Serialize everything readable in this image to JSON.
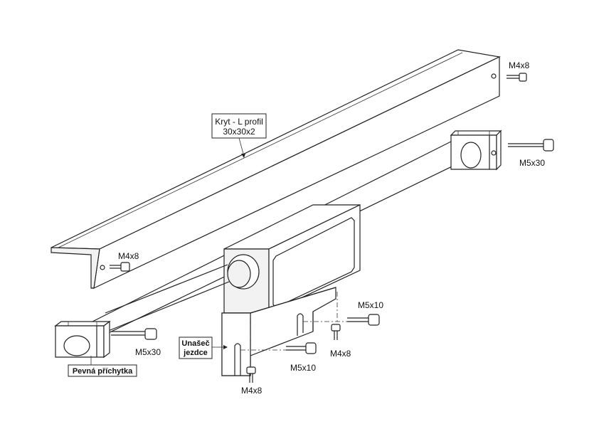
{
  "labels": {
    "kryt_line1": "Kryt - L profil",
    "kryt_line2": "30x30x2",
    "pevna": "Pevná příchytka",
    "unasec_line1": "Unašeč",
    "unasec_line2": "jezdce",
    "screw_m4x8_top": "M4x8",
    "screw_m5x30_right": "M5x30",
    "screw_m4x8_left": "M4x8",
    "screw_m5x30_left": "M5x30",
    "screw_m5x10_upper": "M5x10",
    "screw_m4x8_mid": "M4x8",
    "screw_m5x10_lower": "M5x10",
    "screw_m4x8_bottom": "M4x8"
  },
  "colors": {
    "line": "#222222",
    "fill_light": "#f2f2f2",
    "fill_dark": "#d9d9d9",
    "background": "#ffffff"
  }
}
